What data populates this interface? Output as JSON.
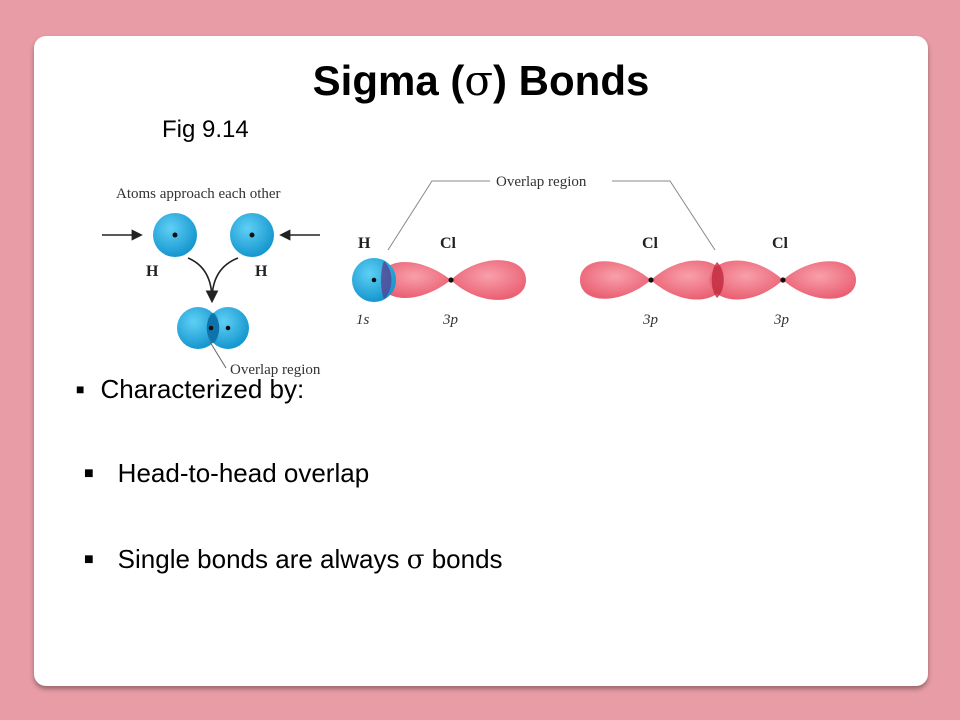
{
  "slide": {
    "title_prefix": "Sigma (",
    "title_sigma": "σ",
    "title_suffix": ") Bonds",
    "fig_label": "Fig 9.14"
  },
  "diagram": {
    "left_caption": "Atoms approach each other",
    "left_atom_label_1": "H",
    "left_atom_label_2": "H",
    "left_overlap_label": "Overlap region",
    "top_overlap_label": "Overlap region",
    "hcl": {
      "atom1": "H",
      "atom2": "Cl",
      "orb1": "1s",
      "orb2": "3p"
    },
    "clcl": {
      "atom1": "Cl",
      "atom2": "Cl",
      "orb1": "3p",
      "orb2": "3p"
    },
    "colors": {
      "s_orbital": "#1aa8e0",
      "p_orbital": "#f0707f",
      "overlap": "#c0283c"
    }
  },
  "bullets": {
    "main": "Characterized by:",
    "sub1": "Head-to-head overlap",
    "sub2_prefix": "Single bonds are always ",
    "sub2_sigma": "σ",
    "sub2_suffix": " bonds",
    "marker": "■"
  }
}
